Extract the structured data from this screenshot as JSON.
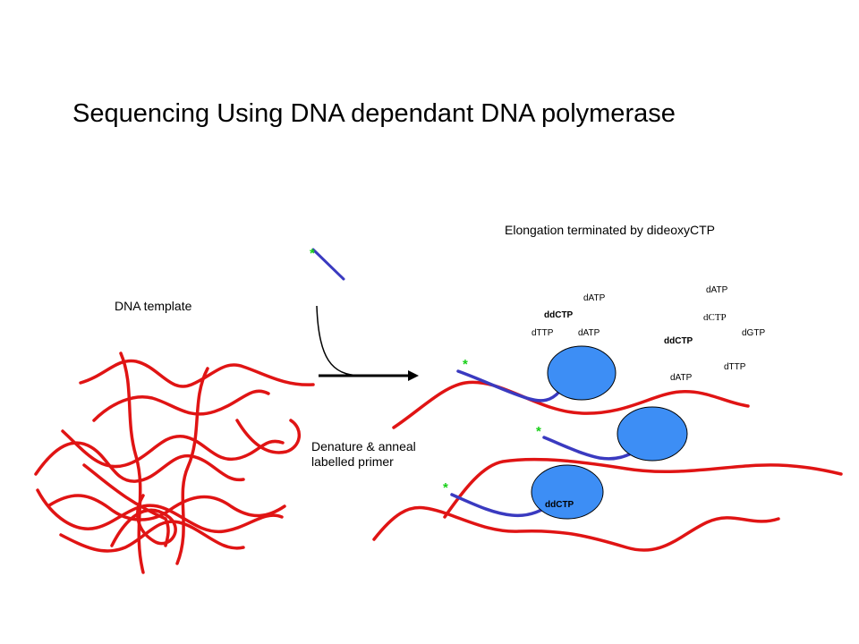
{
  "title": "Sequencing Using DNA dependant DNA polymerase",
  "labels": {
    "elongation": "Elongation terminated by dideoxyCTP",
    "template": "DNA template",
    "denature": "Denature & anneal labelled primer"
  },
  "primer_marker": "*",
  "nucleotides": [
    "dATP",
    "ddCTP",
    "dTTP",
    "dATP",
    "dATP",
    "dCTP",
    "ddCTP",
    "dGTP",
    "dTTP",
    "dATP"
  ],
  "polymerase_label": "ddCTP",
  "colors": {
    "template_strand": "#e01414",
    "primer": "#3a3ac0",
    "polymerase": "#3d8ef5",
    "label_marker": "#18d018"
  }
}
